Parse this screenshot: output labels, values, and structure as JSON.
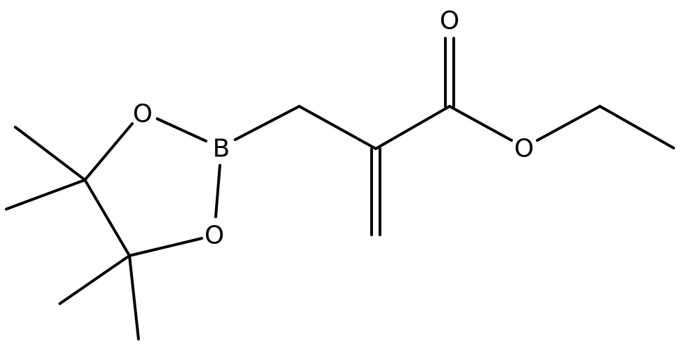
{
  "atoms": {
    "carbonyl_oxygen": "O",
    "ester_oxygen": "O",
    "ring_oxygen_top": "O",
    "ring_oxygen_bottom": "O",
    "boron": "B"
  },
  "colors": {
    "bond": "#000000",
    "label": "#000000",
    "background": "#ffffff"
  }
}
